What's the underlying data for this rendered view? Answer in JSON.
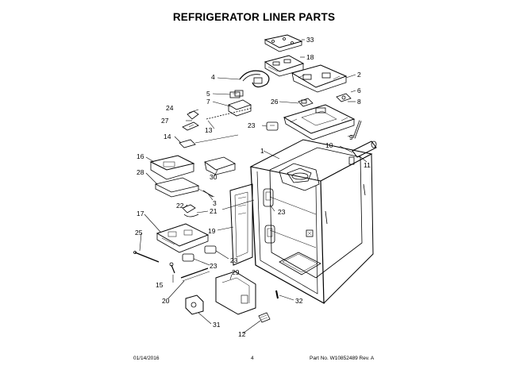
{
  "title": "REFRIGERATOR LINER PARTS",
  "callouts": {
    "c1": "1",
    "c2": "2",
    "c3": "3",
    "c4": "4",
    "c5": "5",
    "c6": "6",
    "c7": "7",
    "c8": "8",
    "c9": "9",
    "c10": "10",
    "c11": "11",
    "c12": "12",
    "c13": "13",
    "c14": "14",
    "c15": "15",
    "c16": "16",
    "c17": "17",
    "c18": "18",
    "c19": "19",
    "c20": "20",
    "c21": "21",
    "c22": "22",
    "c23": "23",
    "c24": "24",
    "c25": "25",
    "c26": "26",
    "c27": "27",
    "c28": "28",
    "c29": "29",
    "c30": "30",
    "c31": "31",
    "c32": "32",
    "c33": "33"
  },
  "footer": {
    "date": "01/14/2016",
    "page": "4",
    "part": "Part No. W10852489  Rev. A"
  }
}
